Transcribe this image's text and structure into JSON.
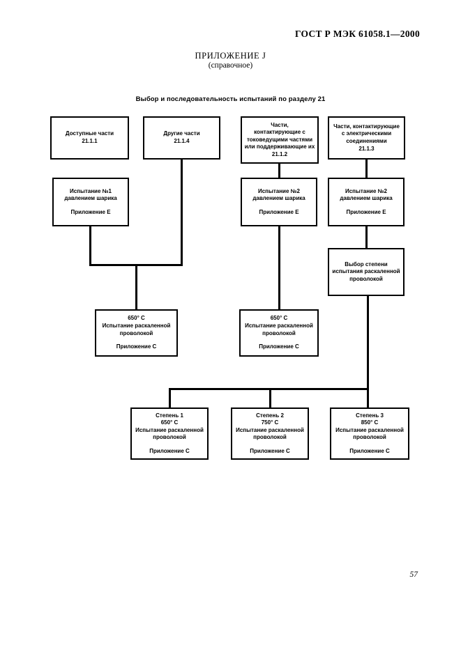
{
  "page": {
    "header_right": "ГОСТ Р МЭК 61058.1—2000",
    "appendix_title": "ПРИЛОЖЕНИЕ J",
    "appendix_subtitle": "(справочное)",
    "page_number": "57"
  },
  "flowchart": {
    "title": "Выбор и последовательность испытаний по разделу 21",
    "boxes": {
      "accessible_parts": {
        "lines": [
          "Доступные части",
          "21.1.1"
        ]
      },
      "other_parts": {
        "lines": [
          "Другие части",
          "21.1.4"
        ]
      },
      "live_parts": {
        "lines": [
          "Части,",
          "контактирующие с",
          "токоведущими частями",
          "или поддерживающие их",
          "21.1.2"
        ]
      },
      "electrical_connections": {
        "lines": [
          "Части, контактирующие",
          "с электрическими",
          "соединениями",
          "21.1.3"
        ]
      },
      "test1_ball": {
        "lines": [
          "Испытание №1",
          "давлением шарика"
        ],
        "appendix": "Приложение Е"
      },
      "test2_ball_a": {
        "lines": [
          "Испытание №2",
          "давлением шарика"
        ],
        "appendix": "Приложение Е"
      },
      "test2_ball_b": {
        "lines": [
          "Испытание №2",
          "давлением шарика"
        ],
        "appendix": "Приложение Е"
      },
      "severity_choice": {
        "lines": [
          "Выбор степени",
          "испытания раскаленной",
          "проволокой"
        ]
      },
      "glowwire_650_a": {
        "lines": [
          "650° С",
          "Испытание раскаленной",
          "проволокой"
        ],
        "appendix": "Приложение С"
      },
      "glowwire_650_b": {
        "lines": [
          "650° С",
          "Испытание раскаленной",
          "проволокой"
        ],
        "appendix": "Приложение С"
      },
      "severity_1": {
        "lines": [
          "Степень 1",
          "650° С",
          "Испытание раскаленной",
          "проволокой"
        ],
        "appendix": "Приложение С"
      },
      "severity_2": {
        "lines": [
          "Степень 2",
          "750° С",
          "Испытание раскаленной",
          "проволокой"
        ],
        "appendix": "Приложение С"
      },
      "severity_3": {
        "lines": [
          "Степень 3",
          "850° С",
          "Испытание раскаленной",
          "проволокой"
        ],
        "appendix": "Приложение С"
      }
    }
  }
}
